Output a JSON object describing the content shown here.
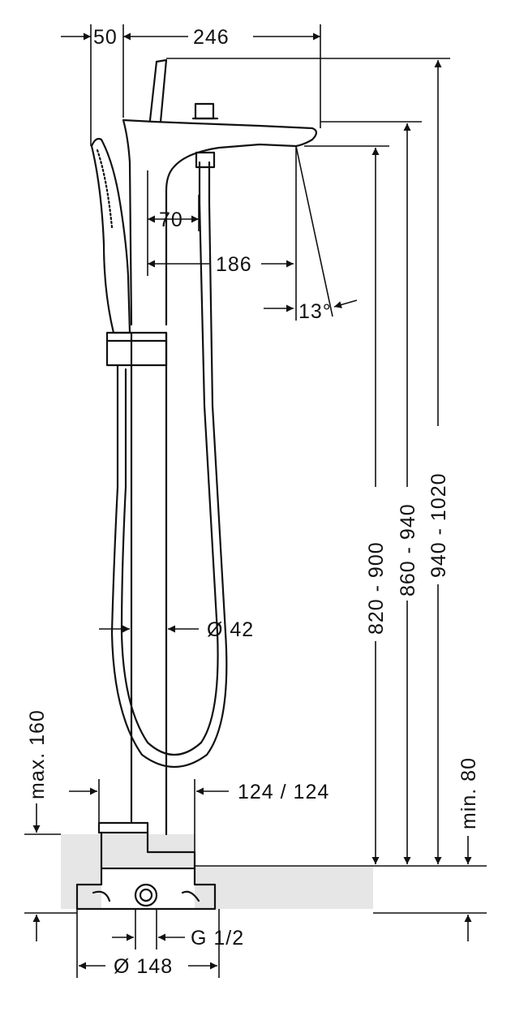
{
  "dimensions": {
    "d50": "50",
    "d246": "246",
    "d70": "70",
    "d186": "186",
    "d13": "13°",
    "d42": "Ø  42",
    "d820": "820 - 900",
    "d860": "860 - 940",
    "d940": "940 - 1020",
    "dmax160": "max. 160",
    "dmin80": "min. 80",
    "d124": "124  /  124",
    "dG12": "G 1/2",
    "d148": "Ø 148"
  }
}
